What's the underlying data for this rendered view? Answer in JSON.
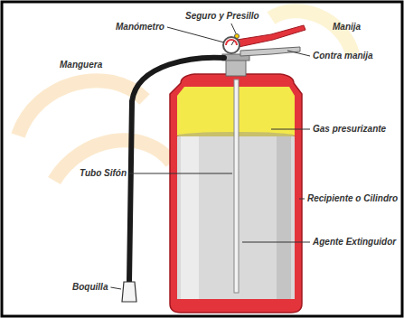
{
  "diagram": {
    "labels": [
      "Manómetro",
      "Seguro y Presillo",
      "Manija",
      "Contra manija",
      "Manguera",
      "Gas presurizante",
      "Tubo Sifón",
      "Recipiente o Cilindro",
      "Agente Extinguidor",
      "Boquilla"
    ]
  }
}
